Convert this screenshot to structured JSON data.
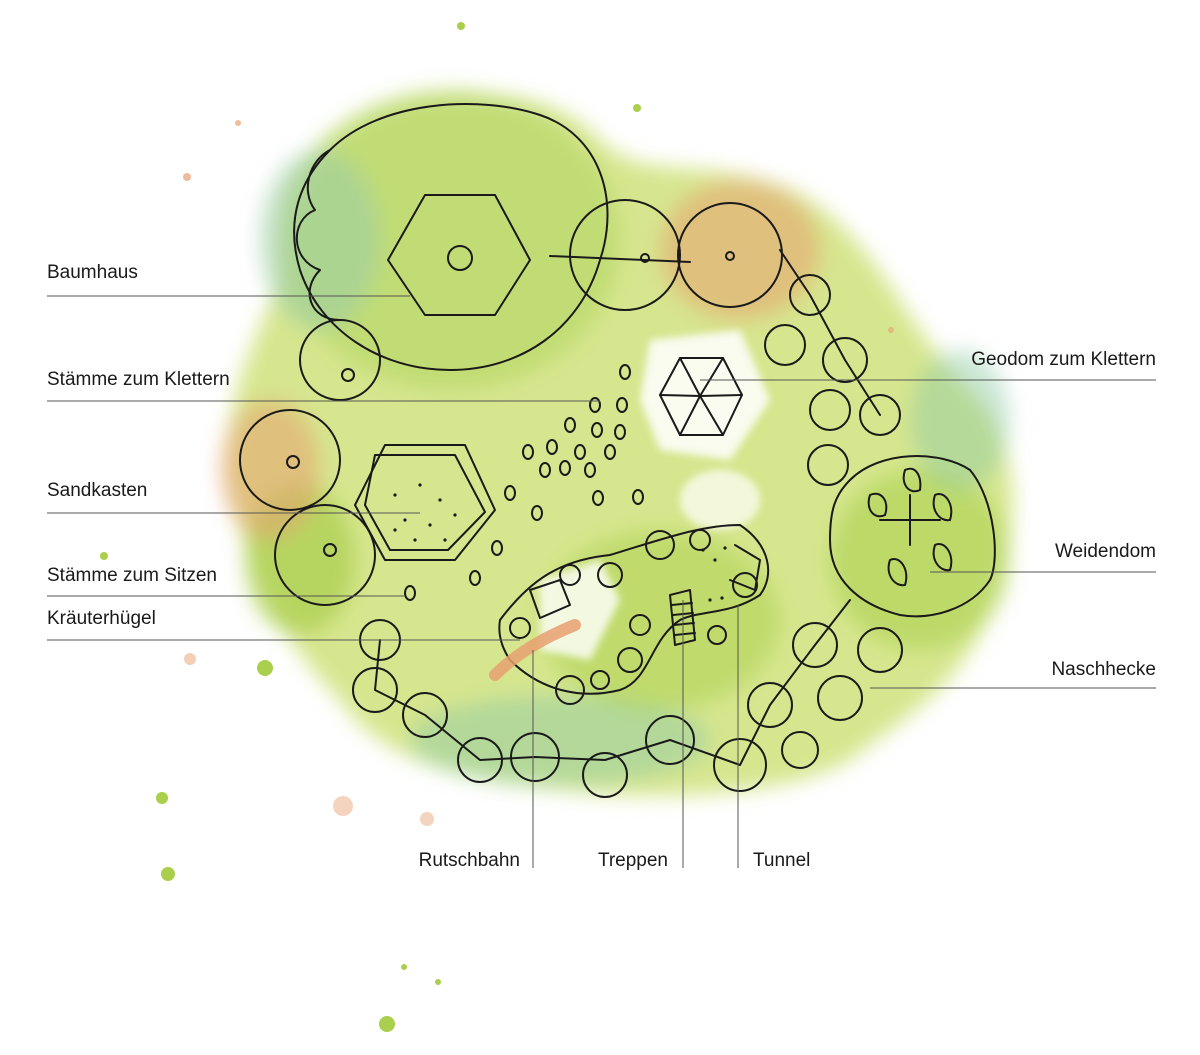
{
  "labels": {
    "baumhaus": "Baumhaus",
    "staemme_klettern": "Stämme zum Klettern",
    "sandkasten": "Sandkasten",
    "staemme_sitzen": "Stämme zum Sitzen",
    "kraeuterhuegel": "Kräuterhügel",
    "geodom": "Geodom zum Klettern",
    "weidendom": "Weidendom",
    "naschhecke": "Naschhecke",
    "rutschbahn": "Rutschbahn",
    "treppen": "Treppen",
    "tunnel": "Tunnel"
  },
  "colors": {
    "green_light": "#cfe27a",
    "green_mid": "#a9cf4c",
    "green_teal": "#8fc9a3",
    "orange": "#e8a070",
    "ink": "#1a1a1a",
    "leader": "#555555"
  }
}
